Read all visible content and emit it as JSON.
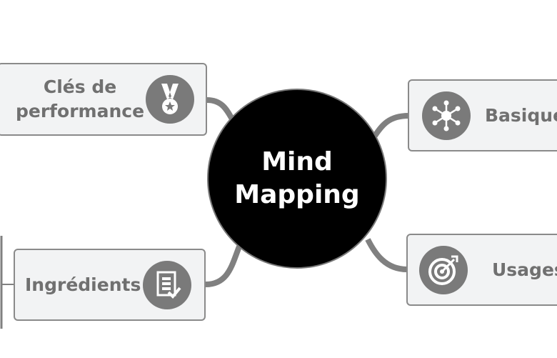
{
  "center": {
    "line1": "Mind",
    "line2": "Mapping"
  },
  "branches": {
    "cles": {
      "line1": "Clés de",
      "line2": "performance",
      "icon": "medal-icon"
    },
    "ingredients": {
      "label": "Ingrédients",
      "icon": "checklist-icon"
    },
    "basique": {
      "label": "Basique",
      "icon": "network-icon"
    },
    "usages": {
      "label": "Usages",
      "icon": "target-icon"
    }
  },
  "colors": {
    "box_bg": "#f2f3f4",
    "icon_bg": "#7a7a7a",
    "text": "#707070",
    "center": "#000000"
  }
}
